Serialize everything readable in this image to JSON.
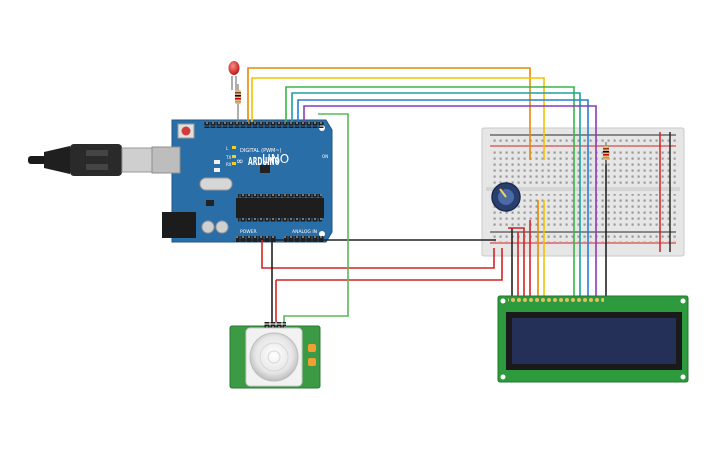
{
  "arduino": {
    "logo_text": "ARDUINO",
    "model_text": "UNO",
    "digital_label": "DIGITAL (PWM~)",
    "power_label": "POWER",
    "analog_label": "ANALOG IN",
    "led_labels": [
      "L",
      "TX",
      "RX"
    ],
    "on_label": "ON"
  },
  "colors": {
    "board": "#2a6ea8",
    "breadboard": "#e6e6e6",
    "lcd_pcb": "#2e9a3e",
    "lcd_screen": "#243058",
    "pir_pcb": "#3c9a44",
    "wire_orange": "#e68a00",
    "wire_yellow": "#f2c200",
    "wire_green": "#39b54a",
    "wire_teal": "#1aa0a0",
    "wire_blue": "#2a7fd4",
    "wire_purple": "#8a3ab9",
    "wire_red": "#d22424",
    "wire_black": "#222222",
    "wire_pir_green": "#5cb85c"
  }
}
